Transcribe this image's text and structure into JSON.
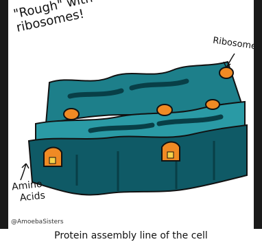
{
  "annotations": {
    "title_note_line1": "\"Rough\" with",
    "title_note_line2": "ribosomes!",
    "ribosome_label": "Ribosome",
    "amino_line1": "Amino",
    "amino_line2": "Acids"
  },
  "credit": "@AmoebaSisters",
  "caption": "Protein assembly line of the cell",
  "colors": {
    "er_dark": "#0f5a66",
    "er_mid": "#1d7f8a",
    "er_light": "#2a9aa5",
    "ribosome": "#f08a24",
    "background": "#ffffff",
    "border": "#1a1a1a"
  }
}
